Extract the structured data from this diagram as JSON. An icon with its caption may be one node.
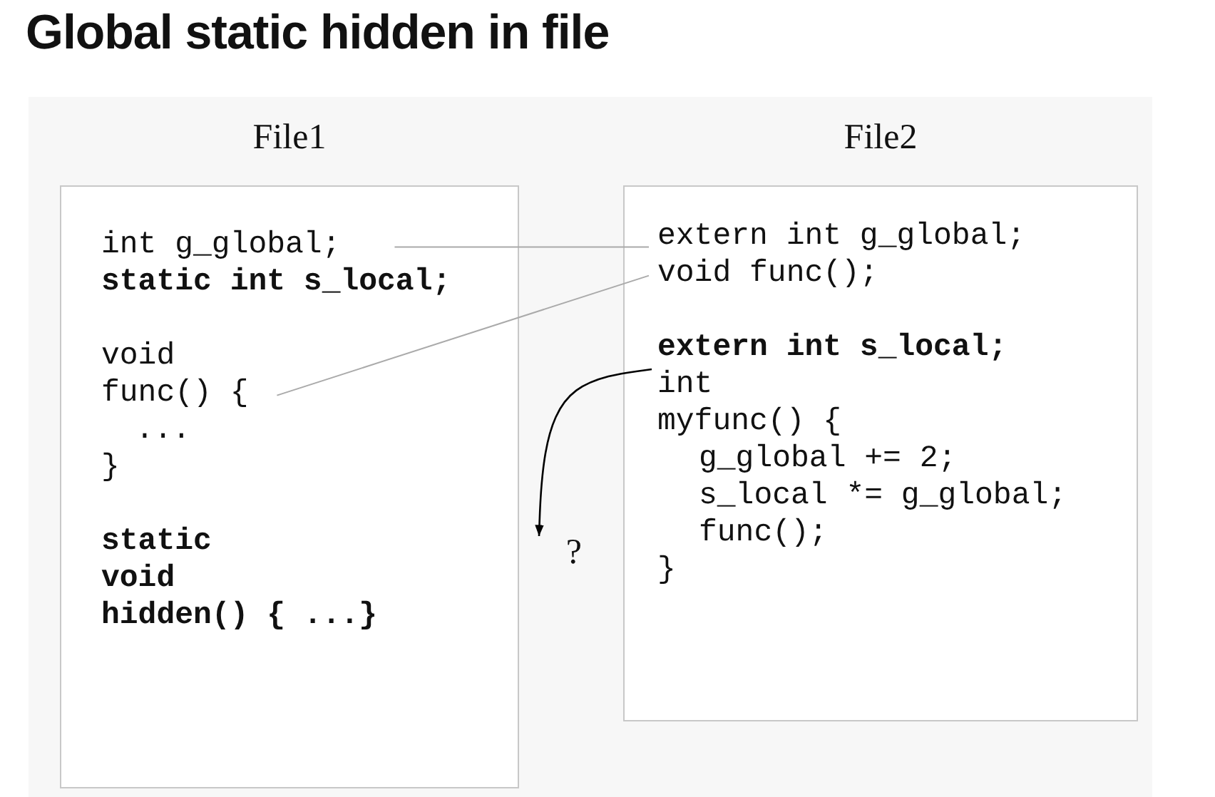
{
  "diagram": {
    "title": "Global static hidden in file",
    "nodes": [
      {
        "text": [
          "File1"
        ]
      },
      {
        "text": [
          "int g_global;"
        ],
        "in": 0
      },
      {
        "text": [
          "func() {"
        ],
        "in": 0
      },
      {
        "text": [
          "File2"
        ]
      },
      {
        "text": [
          "extern int g_global;"
        ],
        "in": 3
      },
      {
        "text": [
          "void func();"
        ],
        "in": 3
      },
      {
        "text": [
          "extern int s_local;"
        ],
        "in": 3
      },
      {
        "text": [
          "?"
        ]
      }
    ],
    "edges": [
      {
        "from": 1,
        "to": 4,
        "arrow": "none",
        "color": "#aaaaaa"
      },
      {
        "from": 2,
        "to": 5,
        "arrow": "none",
        "color": "#aaaaaa"
      },
      {
        "from": 6,
        "to": 7,
        "arrow": "to",
        "color": "#000000"
      }
    ],
    "labels": [
      "static int s_local;",
      "void",
      "...",
      "}",
      "static",
      "void",
      "hidden() { ...}",
      "int",
      "myfunc() {",
      "g_global += 2;",
      "s_local *= g_global;",
      "func();",
      "}"
    ]
  }
}
